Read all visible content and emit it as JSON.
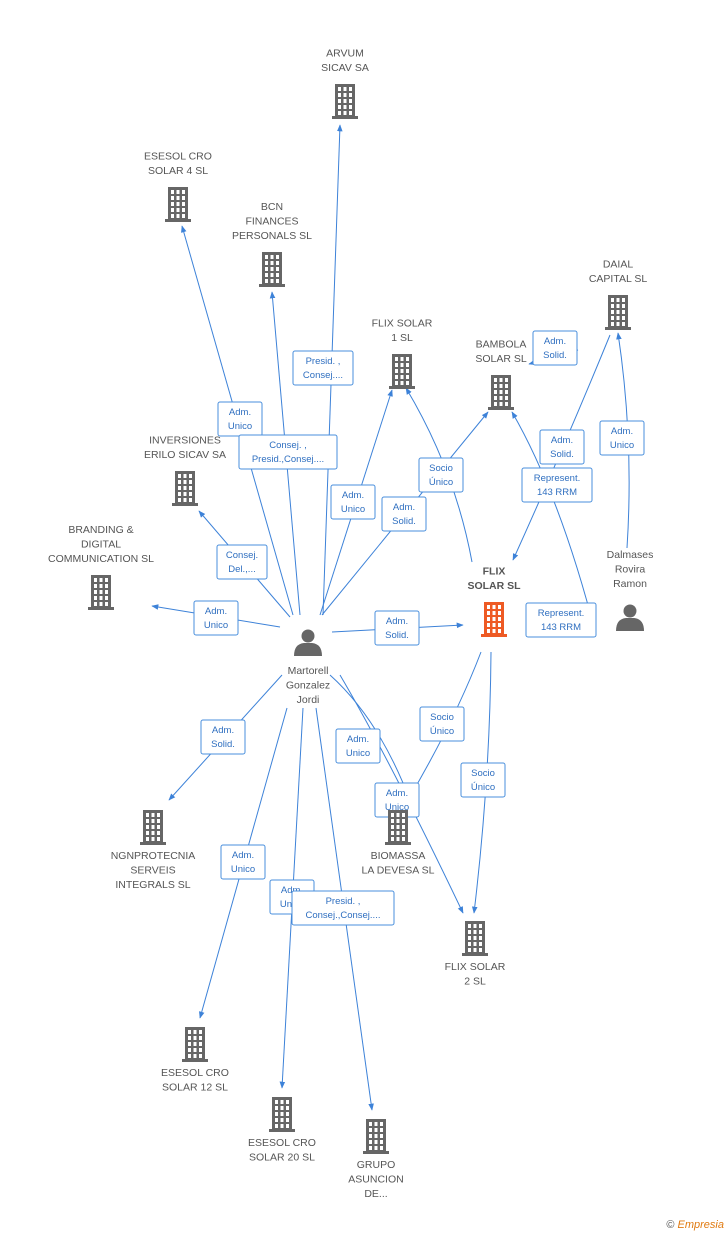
{
  "colors": {
    "edge": "#3d82d8",
    "building": "#666666",
    "focus": "#ee5a24",
    "person": "#666666",
    "label": "#555555",
    "relation_text": "#2f6fc0"
  },
  "nodes": [
    {
      "id": "arvum",
      "type": "company",
      "lines": [
        "ARVUM",
        "SICAV SA"
      ]
    },
    {
      "id": "esesol4",
      "type": "company",
      "lines": [
        "ESESOL CRO",
        "SOLAR 4 SL"
      ]
    },
    {
      "id": "bcn",
      "type": "company",
      "lines": [
        "BCN",
        "FINANCES",
        "PERSONALS  SL"
      ]
    },
    {
      "id": "daial",
      "type": "company",
      "lines": [
        "DAIAL",
        "CAPITAL SL"
      ]
    },
    {
      "id": "flix1",
      "type": "company",
      "lines": [
        "FLIX SOLAR",
        "1 SL"
      ]
    },
    {
      "id": "bambola",
      "type": "company",
      "lines": [
        "BAMBOLA",
        "SOLAR SL"
      ]
    },
    {
      "id": "inversiones",
      "type": "company",
      "lines": [
        "INVERSIONES",
        "ERILO SICAV SA"
      ]
    },
    {
      "id": "branding",
      "type": "company",
      "lines": [
        "BRANDING &",
        "DIGITAL",
        "COMMUNICATION SL"
      ]
    },
    {
      "id": "flix",
      "type": "focus",
      "lines": [
        "FLIX",
        "SOLAR SL"
      ]
    },
    {
      "id": "dalmases",
      "type": "person",
      "lines": [
        "Dalmases",
        "Rovira",
        "Ramon"
      ]
    },
    {
      "id": "martorell",
      "type": "person",
      "lines": [
        "Martorell",
        "Gonzalez",
        "Jordi"
      ]
    },
    {
      "id": "ngn",
      "type": "company",
      "lines": [
        "NGNPROTECNIA",
        "SERVEIS",
        "INTEGRALS SL"
      ]
    },
    {
      "id": "biomassa",
      "type": "company",
      "lines": [
        "BIOMASSA",
        "LA DEVESA SL"
      ]
    },
    {
      "id": "flix2",
      "type": "company",
      "lines": [
        "FLIX SOLAR",
        "2 SL"
      ]
    },
    {
      "id": "esesol12",
      "type": "company",
      "lines": [
        "ESESOL CRO",
        "SOLAR 12 SL"
      ]
    },
    {
      "id": "esesol20",
      "type": "company",
      "lines": [
        "ESESOL CRO",
        "SOLAR 20 SL"
      ]
    },
    {
      "id": "grupo",
      "type": "company",
      "lines": [
        "GRUPO",
        "ASUNCION",
        "DE..."
      ]
    }
  ],
  "relations": [
    {
      "from": "martorell",
      "to": "arvum",
      "label": [
        "Presid. ,",
        "Consej...."
      ]
    },
    {
      "from": "martorell",
      "to": "esesol4",
      "label": [
        "Adm.",
        "Unico"
      ]
    },
    {
      "from": "martorell",
      "to": "bcn",
      "label": [
        "Consej. ,",
        "Presid.,Consej...."
      ]
    },
    {
      "from": "martorell",
      "to": "flix1",
      "label": [
        "Adm.",
        "Unico"
      ]
    },
    {
      "from": "martorell",
      "to": "bambola",
      "label": [
        "Adm.",
        "Solid."
      ]
    },
    {
      "from": "martorell",
      "to": "inversiones",
      "label": [
        "Consej.",
        "Del.,..."
      ]
    },
    {
      "from": "martorell",
      "to": "branding",
      "label": [
        "Adm.",
        "Unico"
      ]
    },
    {
      "from": "martorell",
      "to": "flix",
      "label": [
        "Adm.",
        "Solid."
      ]
    },
    {
      "from": "flix",
      "to": "flix1",
      "label": [
        "Socio",
        "Único"
      ]
    },
    {
      "from": "dalmases",
      "to": "bambola",
      "label": [
        "Represent.",
        "143 RRM"
      ]
    },
    {
      "from": "dalmases",
      "to": "daial",
      "label": [
        "Adm.",
        "Unico"
      ]
    },
    {
      "from": "dalmases",
      "to": "flix",
      "label": [
        "Represent.",
        "143 RRM"
      ]
    },
    {
      "from": "daial",
      "to": "bambola",
      "label": [
        "Adm.",
        "Solid."
      ]
    },
    {
      "from": "daial",
      "to": "flix",
      "label": [
        "Adm.",
        "Solid."
      ]
    },
    {
      "from": "martorell",
      "to": "ngn",
      "label": [
        "Adm.",
        "Solid."
      ]
    },
    {
      "from": "martorell",
      "to": "biomassa",
      "label": [
        "Adm.",
        "Unico"
      ]
    },
    {
      "from": "martorell",
      "to": "flix2",
      "label": [
        "Adm.",
        "Unico"
      ]
    },
    {
      "from": "flix",
      "to": "biomassa",
      "label": [
        "Socio",
        "Único"
      ]
    },
    {
      "from": "flix",
      "to": "flix2",
      "label": [
        "Socio",
        "Único"
      ]
    },
    {
      "from": "martorell",
      "to": "esesol12",
      "label": [
        "Adm.",
        "Unico"
      ]
    },
    {
      "from": "martorell",
      "to": "esesol20",
      "label": [
        "Adm.",
        "Unico"
      ]
    },
    {
      "from": "martorell",
      "to": "grupo",
      "label": [
        "Presid. ,",
        "Consej.,Consej...."
      ]
    }
  ],
  "footer": {
    "copyright": "©",
    "brand": "Empresia"
  }
}
